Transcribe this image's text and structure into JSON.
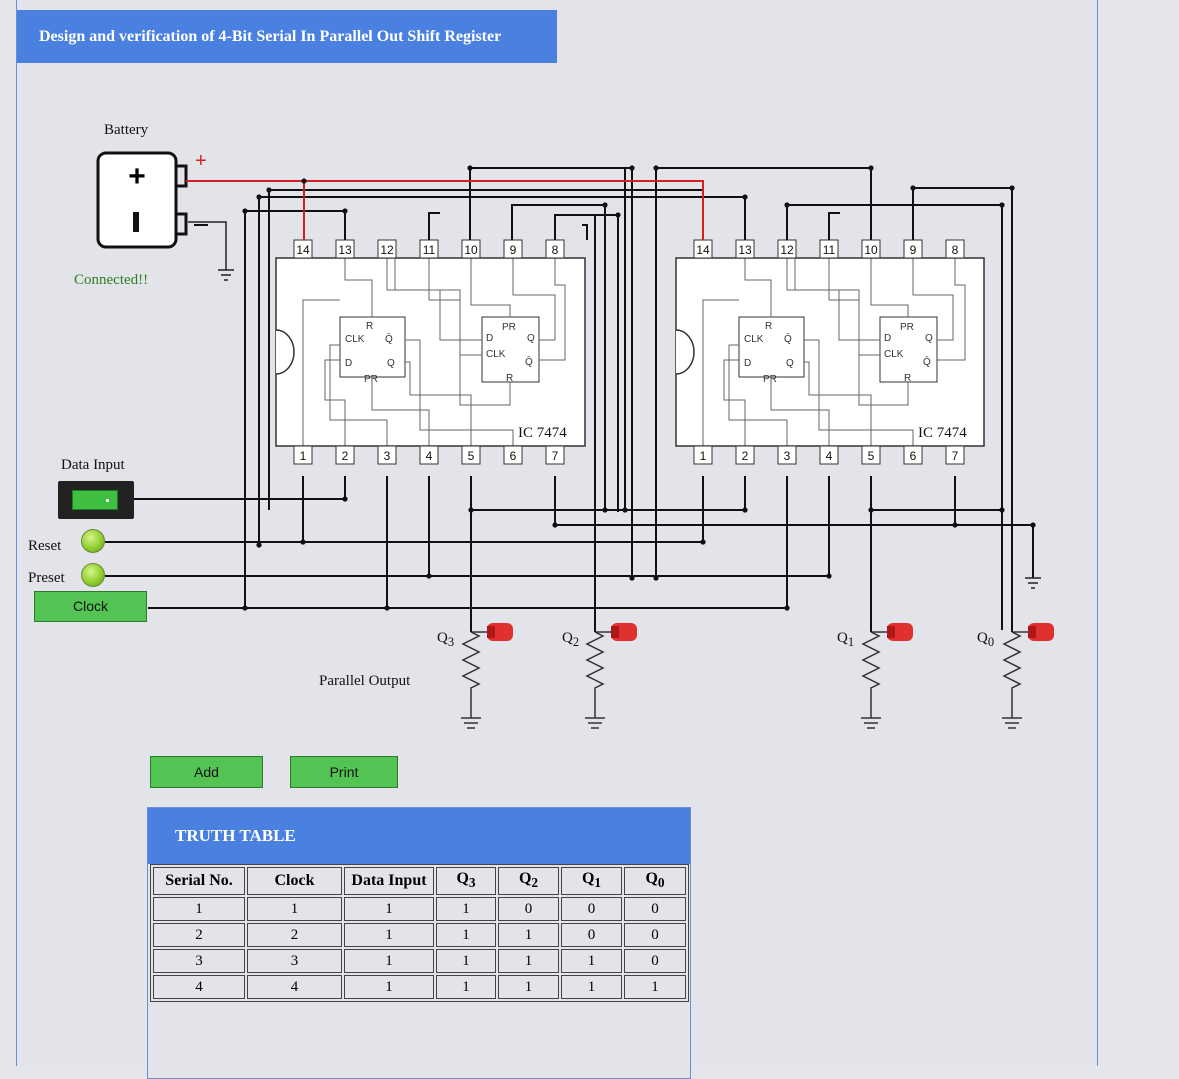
{
  "title": "Design and verification of 4-Bit Serial In Parallel Out Shift Register",
  "battery": {
    "label": "Battery",
    "status": "Connected!!"
  },
  "controls": {
    "data_input_label": "Data Input",
    "reset_label": "Reset",
    "preset_label": "Preset",
    "clock_label": "Clock"
  },
  "ic": {
    "name_1": "IC 7474",
    "name_2": "IC 7474"
  },
  "outputs": {
    "q3": "Q3",
    "q2": "Q2",
    "q1": "Q1",
    "q0": "Q0",
    "label": "Parallel Output"
  },
  "buttons": {
    "add": "Add",
    "print": "Print"
  },
  "truth_table": {
    "title": "TRUTH TABLE",
    "headers": [
      "Serial No.",
      "Clock",
      "Data Input",
      "Q3",
      "Q2",
      "Q1",
      "Q0"
    ],
    "rows": [
      [
        "1",
        "1",
        "1",
        "1",
        "0",
        "0",
        "0"
      ],
      [
        "2",
        "2",
        "1",
        "1",
        "1",
        "0",
        "0"
      ],
      [
        "3",
        "3",
        "1",
        "1",
        "1",
        "1",
        "0"
      ],
      [
        "4",
        "4",
        "1",
        "1",
        "1",
        "1",
        "1"
      ]
    ]
  },
  "colors": {
    "accent": "#4a80e0",
    "button": "#53c353",
    "wire_power": "#d42020",
    "led": "#e03030"
  }
}
